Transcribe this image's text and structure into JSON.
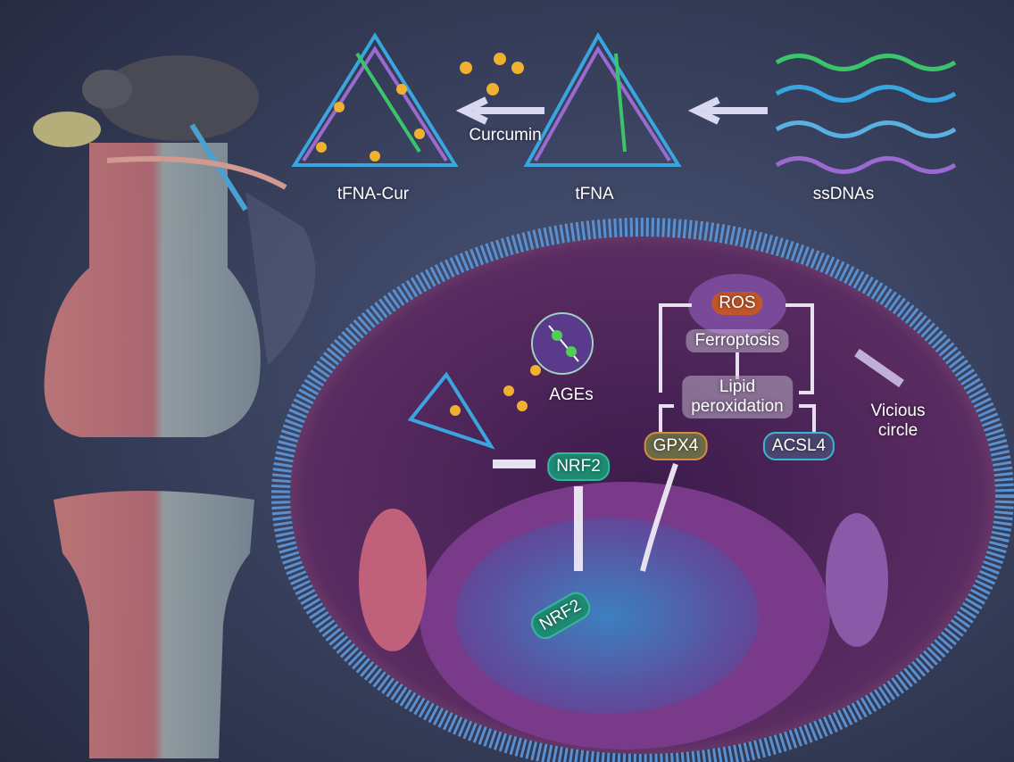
{
  "title_labels": {
    "tfna_cur": "tFNA-Cur",
    "curcumin": "Curcumin",
    "tfna": "tFNA",
    "ssdnas": "ssDNAs"
  },
  "cell_labels": {
    "ros": "ROS",
    "ferroptosis": "Ferroptosis",
    "lipid_peroxidation": "Lipid\nperoxidation",
    "ages": "AGEs",
    "nrf2_cytoplasm": "NRF2",
    "gpx4": "GPX4",
    "acsl4": "ACSL4",
    "vicious_circle": "Vicious\ncircle",
    "nrf2_nucleus": "NRF2"
  },
  "colors": {
    "background": "#2d3350",
    "cytoplasm": "#4a2458",
    "membrane": "#5a8fd0",
    "nucleus": "#3a6ab0",
    "dna_green": "#3cc46a",
    "dna_blue": "#3aa6e0",
    "dna_purple": "#9a6ad0"
  }
}
